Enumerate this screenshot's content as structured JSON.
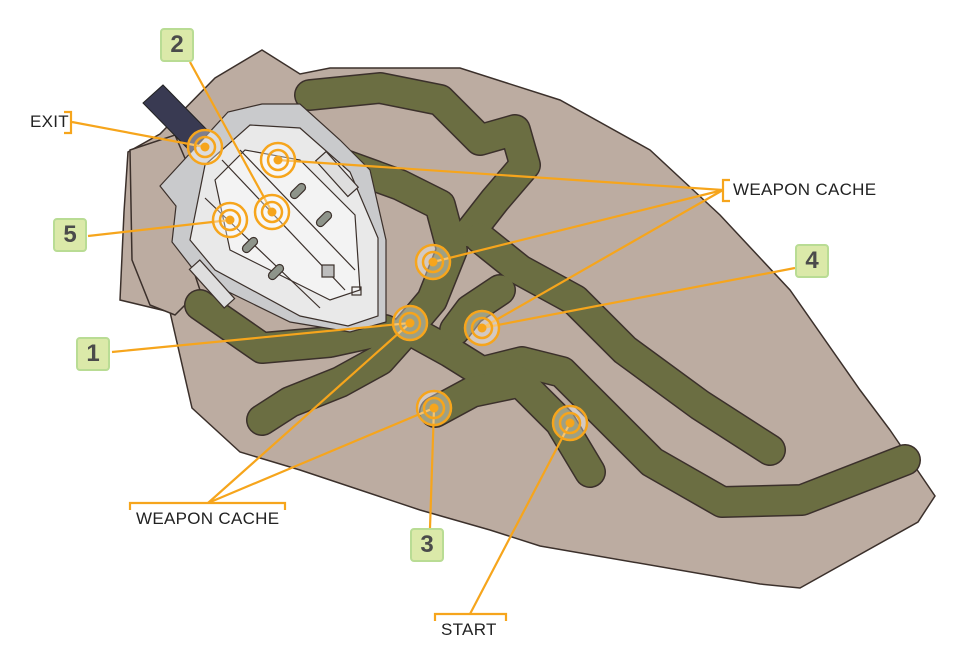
{
  "title": "Mission map",
  "labels": {
    "exit": "EXIT",
    "weapon_cache_top": "WEAPON CACHE",
    "weapon_cache_bottom": "WEAPON CACHE",
    "start": "START"
  },
  "badges": [
    "1",
    "2",
    "3",
    "4",
    "5"
  ],
  "colors": {
    "ground": "#bcaca1",
    "grass": "#6b6e42",
    "outline": "#3b302b",
    "marker": "#f6a51c",
    "badge_fill": "#dbe9a9",
    "building": "#e6e6e6",
    "vehicle": "#393a52"
  }
}
